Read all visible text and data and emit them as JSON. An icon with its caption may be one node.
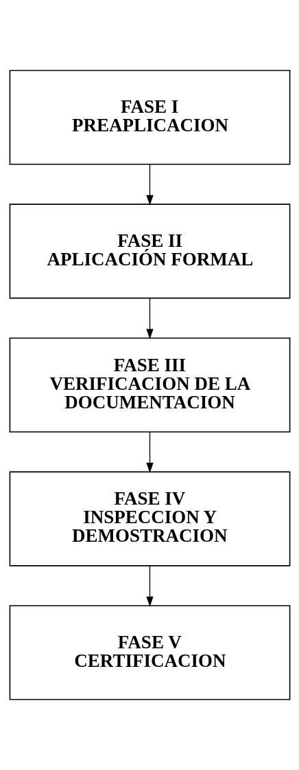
{
  "diagram": {
    "nodes": [
      {
        "text": [
          "FASE I",
          "PREAPLICACION"
        ]
      },
      {
        "text": [
          "FASE II",
          "APLICACIÓN FORMAL"
        ]
      },
      {
        "text": [
          "FASE III",
          "VERIFICACION DE LA DOCUMENTACION"
        ]
      },
      {
        "text": [
          "FASE IV",
          "INSPECCION Y DEMOSTRACION"
        ]
      },
      {
        "text": [
          "FASE V",
          "CERTIFICACION"
        ]
      }
    ],
    "edges": [
      {
        "from": 0,
        "to": 1,
        "arrow": "to"
      },
      {
        "from": 1,
        "to": 2,
        "arrow": "to"
      },
      {
        "from": 2,
        "to": 3,
        "arrow": "to"
      },
      {
        "from": 3,
        "to": 4,
        "arrow": "to"
      }
    ]
  }
}
